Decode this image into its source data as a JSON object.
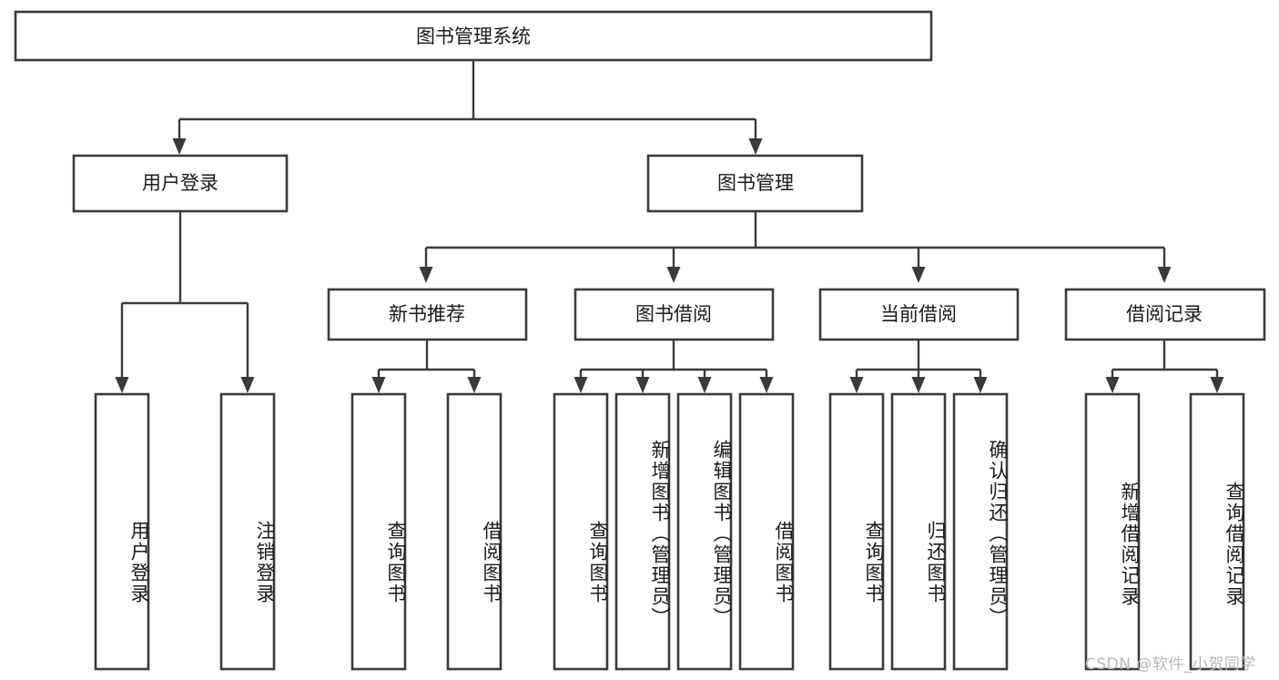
{
  "diagram": {
    "type": "tree-hierarchy",
    "title": "图书管理系统",
    "watermark": "CSDN @软件_小贺同学",
    "colors": {
      "stroke": "#3a3a3a",
      "fill": "#ffffff",
      "text": "#1a1a1a",
      "watermark": "#b9b9b9",
      "background": "#ffffff"
    },
    "root": {
      "label": "图书管理系统"
    },
    "level2": [
      {
        "label": "用户登录"
      },
      {
        "label": "图书管理"
      }
    ],
    "level3": [
      {
        "label": "新书推荐"
      },
      {
        "label": "图书借阅"
      },
      {
        "label": "当前借阅"
      },
      {
        "label": "借阅记录"
      }
    ],
    "leaves": {
      "user_login": [
        {
          "label": "用户登录"
        },
        {
          "label": "注销登录"
        }
      ],
      "new_book_recommend": [
        {
          "label": "查询图书"
        },
        {
          "label": "借阅图书"
        }
      ],
      "book_borrow": [
        {
          "label": "查询图书"
        },
        {
          "label": "新增图书（管理员）"
        },
        {
          "label": "编辑图书（管理员）"
        },
        {
          "label": "借阅图书"
        }
      ],
      "current_borrow": [
        {
          "label": "查询图书"
        },
        {
          "label": "归还图书"
        },
        {
          "label": "确认归还（管理员）"
        }
      ],
      "borrow_record": [
        {
          "label": "新增借阅记录"
        },
        {
          "label": "查询借阅记录"
        }
      ]
    }
  }
}
